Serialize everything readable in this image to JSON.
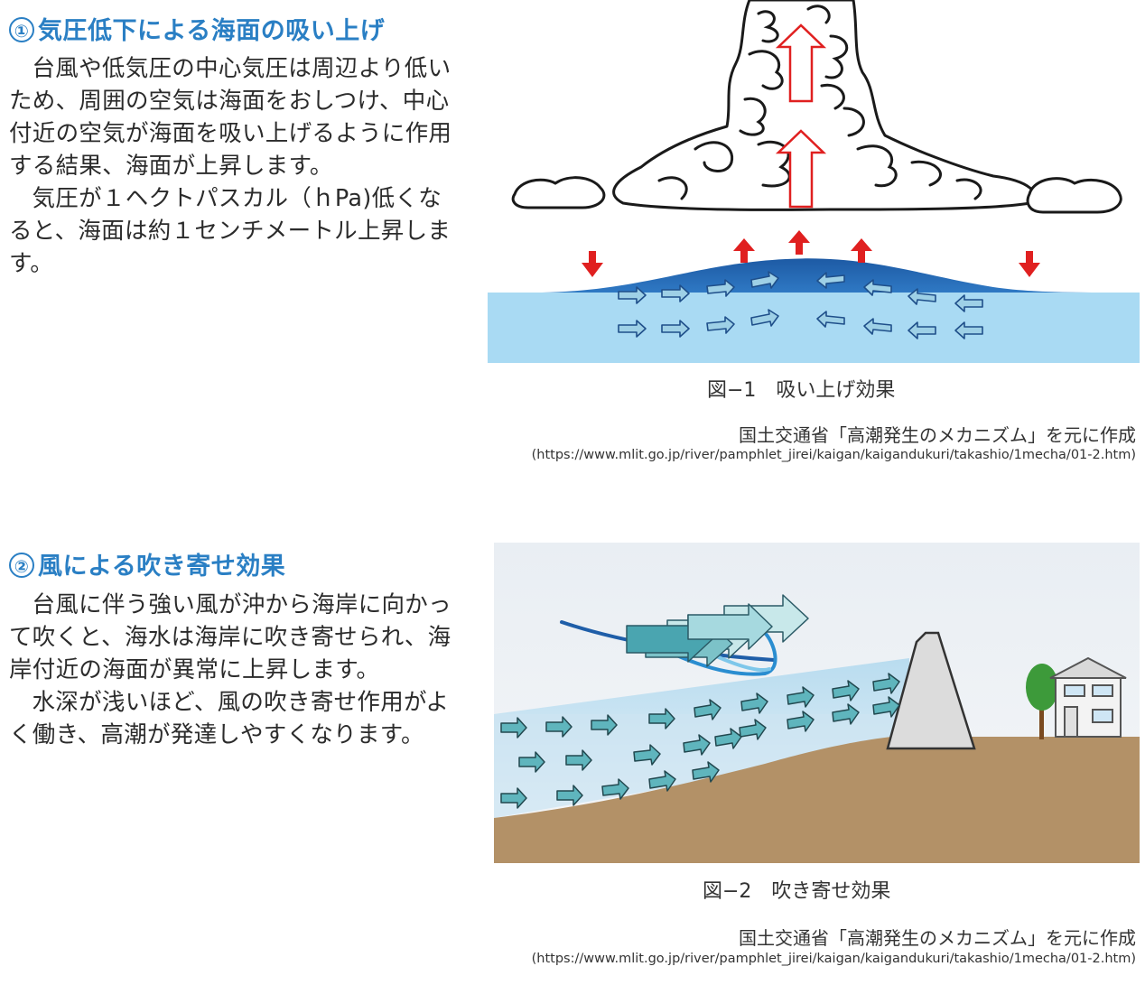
{
  "section1": {
    "number": "①",
    "title": "気圧低下による海面の吸い上げ",
    "paragraphs": [
      "台風や低気圧の中心気圧は周辺より低いため、周囲の空気は海面をおしつけ、中心付近の空気が海面を吸い上げるように作用する結果、海面が上昇します。",
      "気圧が１ヘクトパスカル（ｈPa)低くなると、海面は約１センチメートル上昇します。"
    ],
    "figure_caption": "図−1　吸い上げ効果",
    "credit": "国土交通省「高潮発生のメカニズム」を元に作成",
    "url": "(https://www.mlit.go.jp/river/pamphlet_jirei/kaigan/kaigandukuri/takashio/1mecha/01-2.htm)"
  },
  "section2": {
    "number": "②",
    "title": "風による吹き寄せ効果",
    "paragraphs": [
      "台風に伴う強い風が沖から海岸に向かって吹くと、海水は海岸に吹き寄せられ、海岸付近の海面が異常に上昇します。",
      "水深が浅いほど、風の吹き寄せ作用がよく働き、高潮が発達しやすくなります。"
    ],
    "figure_caption": "図−2　吹き寄せ効果",
    "credit": "国土交通省「高潮発生のメカニズム」を元に作成",
    "url": "(https://www.mlit.go.jp/river/pamphlet_jirei/kaigan/kaigandukuri/takashio/1mecha/01-2.htm)"
  },
  "colors": {
    "heading": "#2a7fc4",
    "sea_light": "#a9daf3",
    "sea_dark": "#1f5fa8",
    "down_arrow": "#e02020",
    "up_arrow_outline": "#e02020",
    "ground": "#b39167",
    "flow_arrow": "#5fb5bd"
  }
}
